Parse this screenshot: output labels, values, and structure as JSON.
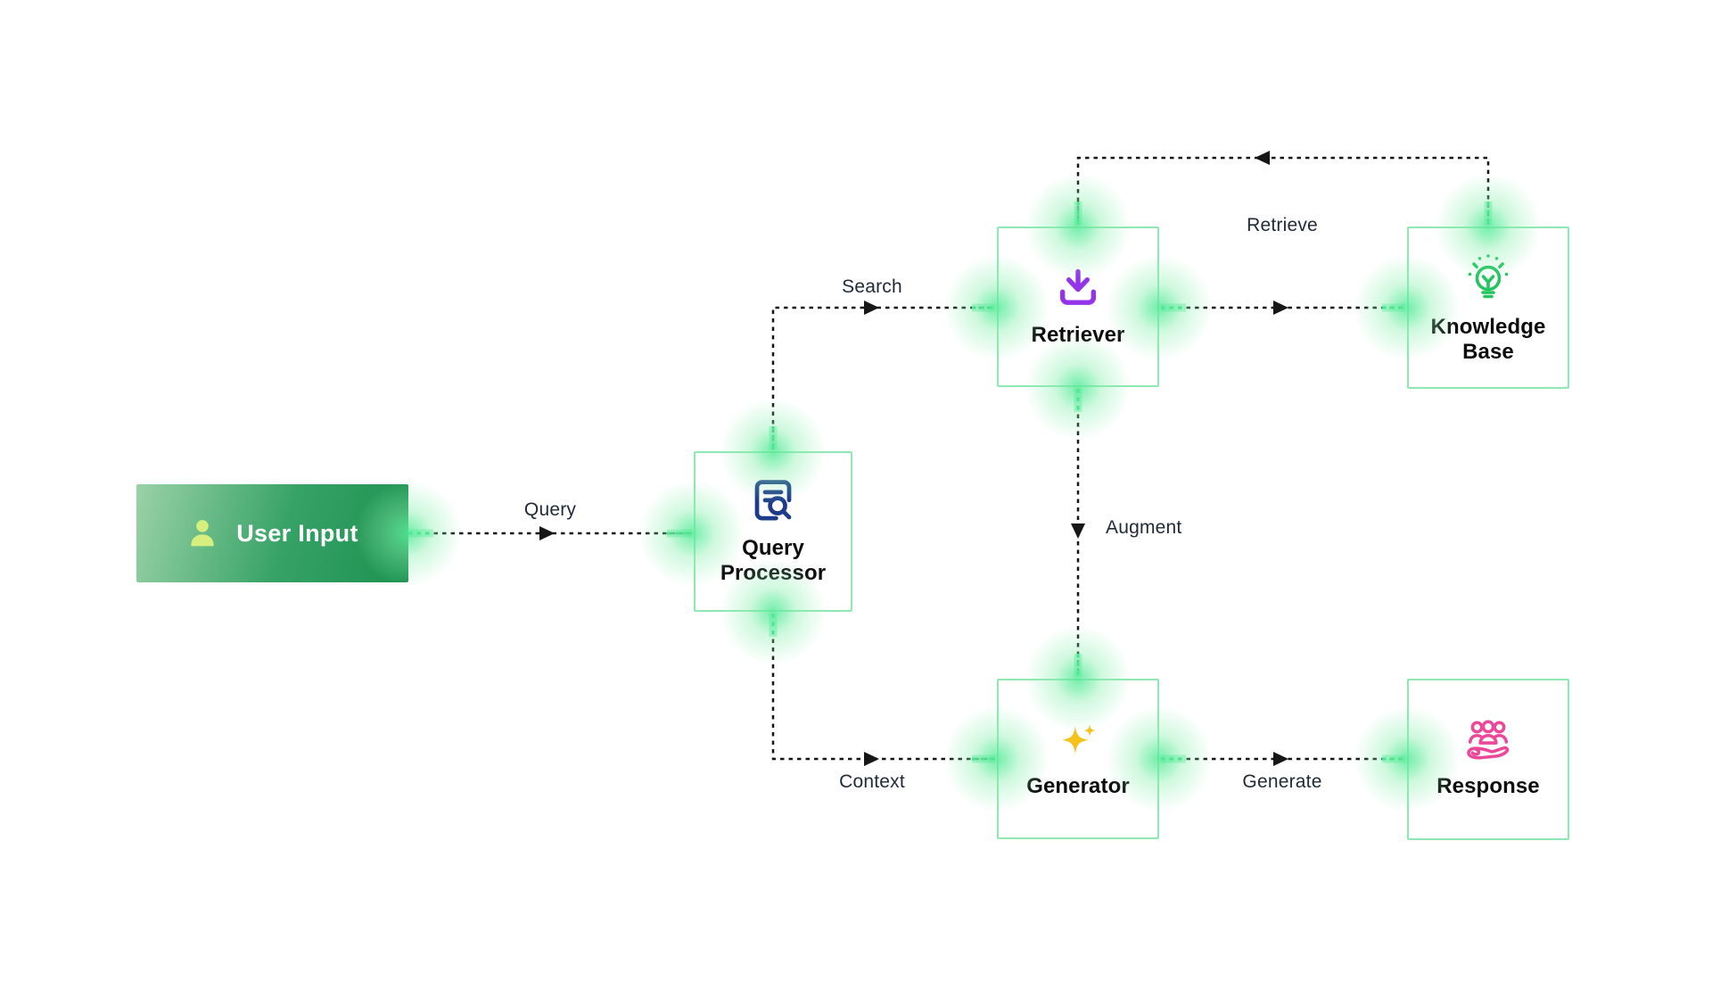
{
  "diagram": {
    "type": "flowchart",
    "nodes": [
      {
        "id": "user-input",
        "label": "User Input",
        "icon": "user-icon",
        "style": "green-gradient-filled"
      },
      {
        "id": "query-processor",
        "label": "Query Processor",
        "icon": "document-search-icon",
        "icon_color": "#1e3a8a"
      },
      {
        "id": "retriever",
        "label": "Retriever",
        "icon": "download-icon",
        "icon_color": "#9333ea"
      },
      {
        "id": "knowledge-base",
        "label": "Knowledge Base",
        "icon": "lightbulb-icon",
        "icon_color": "#22c55e"
      },
      {
        "id": "generator",
        "label": "Generator",
        "icon": "sparkles-icon",
        "icon_color": "#f4c21c"
      },
      {
        "id": "response",
        "label": "Response",
        "icon": "people-over-hand-icon",
        "icon_color": "#ec4899"
      }
    ],
    "edges": [
      {
        "from": "user-input",
        "to": "query-processor",
        "label": "Query",
        "style": "dashed-arrow"
      },
      {
        "from": "query-processor",
        "to": "retriever",
        "label": "Search",
        "style": "dashed-arrow"
      },
      {
        "from": "retriever",
        "to": "knowledge-base",
        "label": "Retrieve",
        "style": "dashed-arrow"
      },
      {
        "from": "knowledge-base",
        "to": "retriever",
        "label": "",
        "style": "dashed-arrow-feedback-loop"
      },
      {
        "from": "retriever",
        "to": "generator",
        "label": "Augment",
        "style": "dashed-arrow"
      },
      {
        "from": "query-processor",
        "to": "generator",
        "label": "Context",
        "style": "dashed-arrow"
      },
      {
        "from": "generator",
        "to": "response",
        "label": "Generate",
        "style": "dashed-arrow"
      }
    ],
    "colors": {
      "line": "#161616",
      "box_border": "#8fe7b2",
      "green_dash": "#29d97d",
      "icon_navy": "#1e3a8a",
      "icon_purple": "#9333ea",
      "icon_green": "#22c55e",
      "icon_gold": "#f4c21c",
      "icon_pink": "#ec4899",
      "icon_lime": "#d7ef7f",
      "gradient_left": "#9bd2a8",
      "gradient_mid": "#36a266",
      "gradient_right": "#1d9150",
      "title_text": "#0d0d0d",
      "label_text": "#1f2937",
      "user_input_text": "#ffffff"
    }
  }
}
